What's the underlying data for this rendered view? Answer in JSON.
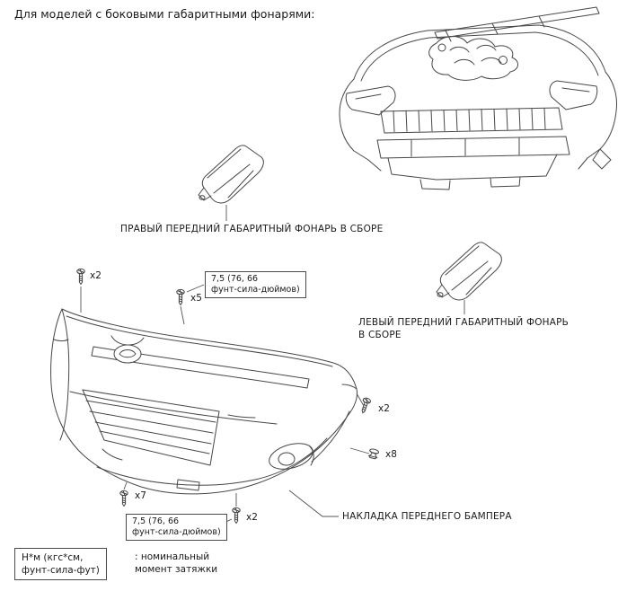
{
  "header": {
    "note": "Для моделей с боковыми габаритными фонарями:"
  },
  "callouts": {
    "right_marker": "ПРАВЫЙ ПЕРЕДНИЙ ГАБАРИТНЫЙ ФОНАРЬ В СБОРЕ",
    "left_marker_line1": "ЛЕВЫЙ ПЕРЕДНИЙ ГАБАРИТНЫЙ ФОНАРЬ",
    "left_marker_line2": "В СБОРЕ",
    "bumper_cover": "НАКЛАДКА ПЕРЕДНЕГО БАМПЕРА"
  },
  "torque": {
    "top_line1": "7,5 (76, 66",
    "top_line2": "фунт-сила-дюймов)",
    "bottom_line1": "7,5 (76, 66",
    "bottom_line2": "фунт-сила-дюймов)"
  },
  "fasteners": {
    "top_left_screw": "x2",
    "top_center_screw": "x5",
    "right_corner_screw": "x2",
    "right_side_clip": "x8",
    "bottom_left_screw": "x7",
    "bottom_center_screw": "x2"
  },
  "legend": {
    "unit_line1": "Н*м (кгс*см,",
    "unit_line2": "фунт-сила-фут)",
    "desc_line1": ": номинальный",
    "desc_line2": "момент затяжки"
  },
  "colors": {
    "line_art": "#474747",
    "text": "#1a1a1a"
  }
}
